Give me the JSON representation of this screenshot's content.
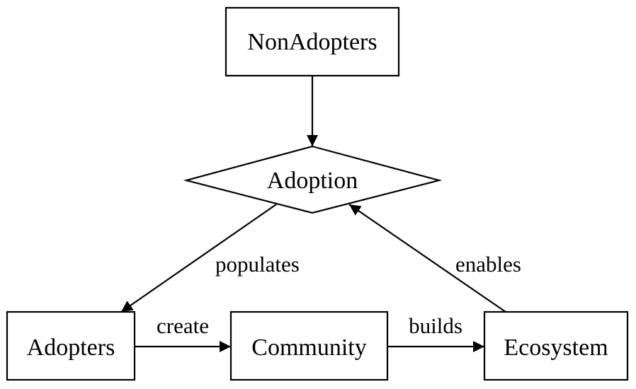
{
  "diagram": {
    "type": "flowchart",
    "nodes": {
      "nonadopters": {
        "label": "NonAdopters",
        "shape": "rectangle"
      },
      "adoption": {
        "label": "Adoption",
        "shape": "diamond"
      },
      "adopters": {
        "label": "Adopters",
        "shape": "rectangle"
      },
      "community": {
        "label": "Community",
        "shape": "rectangle"
      },
      "ecosystem": {
        "label": "Ecosystem",
        "shape": "rectangle"
      }
    },
    "edges": [
      {
        "from": "NonAdopters",
        "to": "Adoption",
        "label": ""
      },
      {
        "from": "Adoption",
        "to": "Adopters",
        "label": "populates"
      },
      {
        "from": "Adopters",
        "to": "Community",
        "label": "create"
      },
      {
        "from": "Community",
        "to": "Ecosystem",
        "label": "builds"
      },
      {
        "from": "Ecosystem",
        "to": "Adoption",
        "label": "enables"
      }
    ],
    "colors": {
      "stroke": "#000000",
      "fill": "#ffffff",
      "text": "#000000"
    }
  }
}
